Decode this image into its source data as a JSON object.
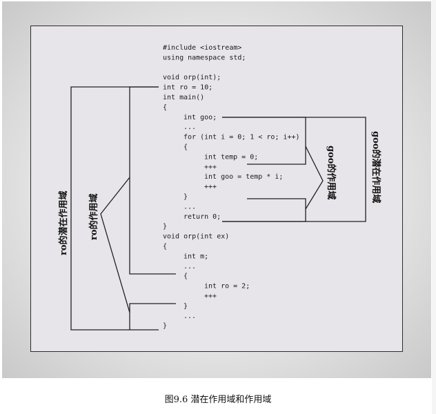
{
  "code_lines": [
    "#include <iostream>",
    "using namespace std;",
    "",
    "void orp(int);",
    "int ro = 10;",
    "int main()",
    "{",
    "int goo;",
    "...",
    "for (int i = 0; 1 < ro; i++)",
    "{",
    "int temp = 0;",
    "+++",
    "int goo = temp * i;",
    "+++",
    "}",
    "...",
    "return 0;",
    "}",
    "void orp(int ex)",
    "{",
    "int m;",
    "...",
    "{",
    "int ro = 2;",
    "+++",
    "}",
    "...",
    "}"
  ],
  "labels": {
    "ro_potential_scope": "ro的潜在作用域",
    "ro_scope": "ro的作用域",
    "goo_scope": "goo的作用域",
    "goo_potential_scope": "goo的潜在作用域"
  },
  "caption": "图9.6 潜在作用域和作用域"
}
